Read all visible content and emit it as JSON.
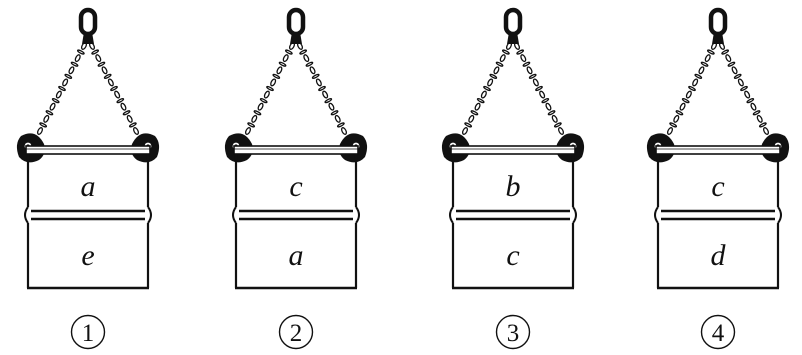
{
  "figure": {
    "items": [
      {
        "number": "1",
        "top_label": "a",
        "bottom_label": "e"
      },
      {
        "number": "2",
        "top_label": "c",
        "bottom_label": "a"
      },
      {
        "number": "3",
        "top_label": "b",
        "bottom_label": "c"
      },
      {
        "number": "4",
        "top_label": "c",
        "bottom_label": "d"
      }
    ],
    "colors": {
      "ink": "#111111",
      "background": "#ffffff"
    },
    "icons": [
      "lifting-hook-icon",
      "chain-sling-icon",
      "barrel-clamp-icon",
      "drum-barrel-icon"
    ]
  }
}
